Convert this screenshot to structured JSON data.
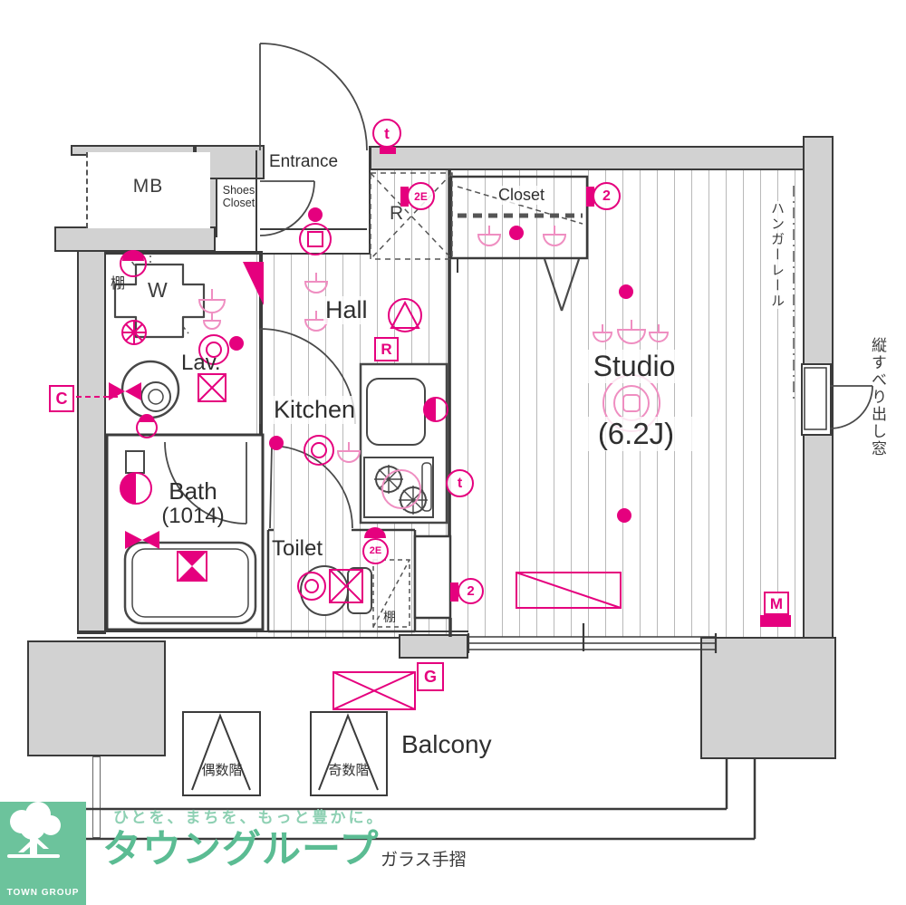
{
  "plan": {
    "rooms": {
      "entrance": "Entrance",
      "shoes_closet_line1": "Shoes",
      "shoes_closet_line2": "Closet",
      "mb": "MB",
      "hall": "Hall",
      "closet": "Closet",
      "studio": "Studio",
      "studio_size": "(6.2J)",
      "kitchen": "Kitchen",
      "lav": "Lav.",
      "bath": "Bath",
      "bath_size": "(1014)",
      "toilet": "Toilet",
      "balcony": "Balcony"
    },
    "labels": {
      "refrigerator": "R",
      "washer": "W",
      "shelf_lav": "棚",
      "shelf_toilet": "棚",
      "hanger_rail": "ハンガーレール",
      "casement_window": "縦すべり出し窓",
      "even_floors": "偶数階",
      "odd_floors": "奇数階",
      "glass_handrail": "ガラス手摺"
    },
    "markers": {
      "doorbell_top": "t",
      "outlet_2e_entrance": "2E",
      "outlet_2_closet": "2",
      "cold_water_c": "C",
      "refrigerator_outlet_r": "R",
      "thermostat_kitchen": "t",
      "outlet_2_studio": "2",
      "outlet_2e_toilet": "2E",
      "gas_g": "G",
      "meter_m": "M"
    }
  },
  "footer": {
    "logo_title": "TOWN GROUP",
    "brand": "タウングループ",
    "tagline": "ひとを、まちを、もっと豊かに。"
  },
  "colors": {
    "accent_pink": "#e5007e",
    "wall_gray": "#d2d2d2",
    "brand_green": "#5bbc93"
  }
}
